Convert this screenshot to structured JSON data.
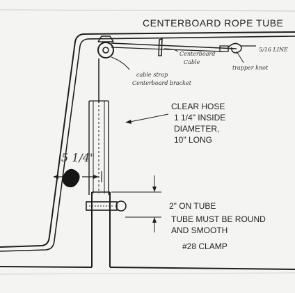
{
  "diagram": {
    "title": "CENTERBOARD ROPE TUBE",
    "labels": {
      "cable_strap": [
        "cable strap",
        "Centerboard bracket"
      ],
      "centerboard_cable": [
        "Centerboard",
        "Cable"
      ],
      "line": "5/16 LINE",
      "trapper_knot": "trapper knot",
      "clear_hose": [
        "CLEAR HOSE",
        "1 1/4\" INSIDE",
        "DIAMETER,",
        "10\" LONG"
      ],
      "dimension": "5 1/4\"",
      "on_tube": [
        "2\" ON TUBE",
        "TUBE MUST BE ROUND",
        "AND SMOOTH"
      ],
      "clamp": "#28 CLAMP"
    }
  }
}
